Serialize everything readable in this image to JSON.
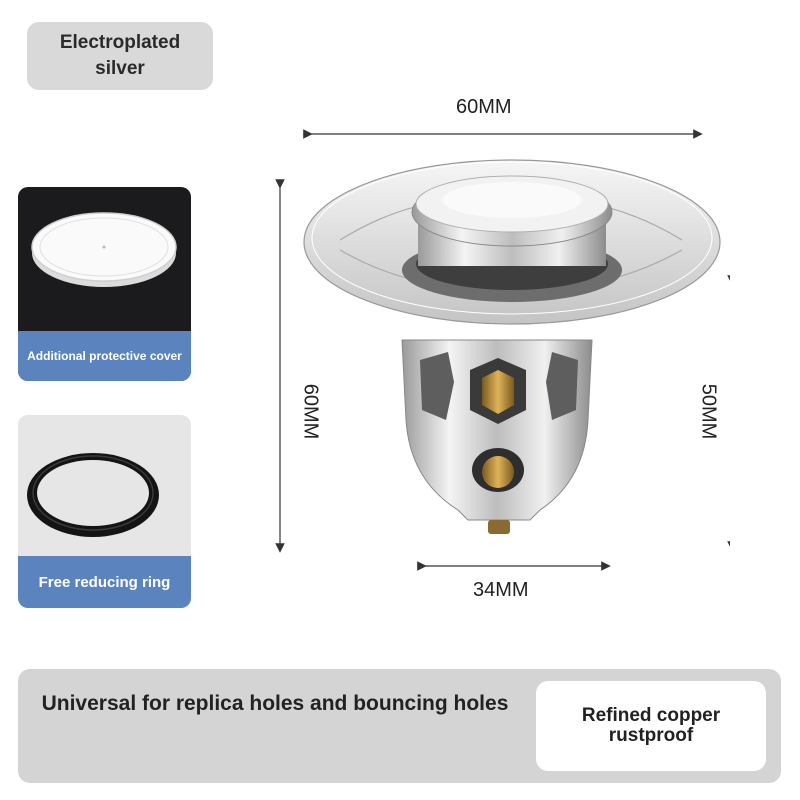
{
  "badge": {
    "text": "Electroplated silver"
  },
  "cards": [
    {
      "label": "Additional protective cover",
      "icon": "protective-cover-icon"
    },
    {
      "label": "Free reducing ring",
      "icon": "rubber-ring-icon"
    }
  ],
  "dimensions": {
    "top": "60MM",
    "left": "60MM",
    "right": "50MM",
    "bottom": "34MM"
  },
  "footer": {
    "left_text": "Universal for replica holes and bouncing holes",
    "right_text": "Refined copper rustproof"
  },
  "colors": {
    "card_accent": "#5b84be",
    "panel": "#d4d4d4",
    "badge": "#d9d9d9"
  }
}
